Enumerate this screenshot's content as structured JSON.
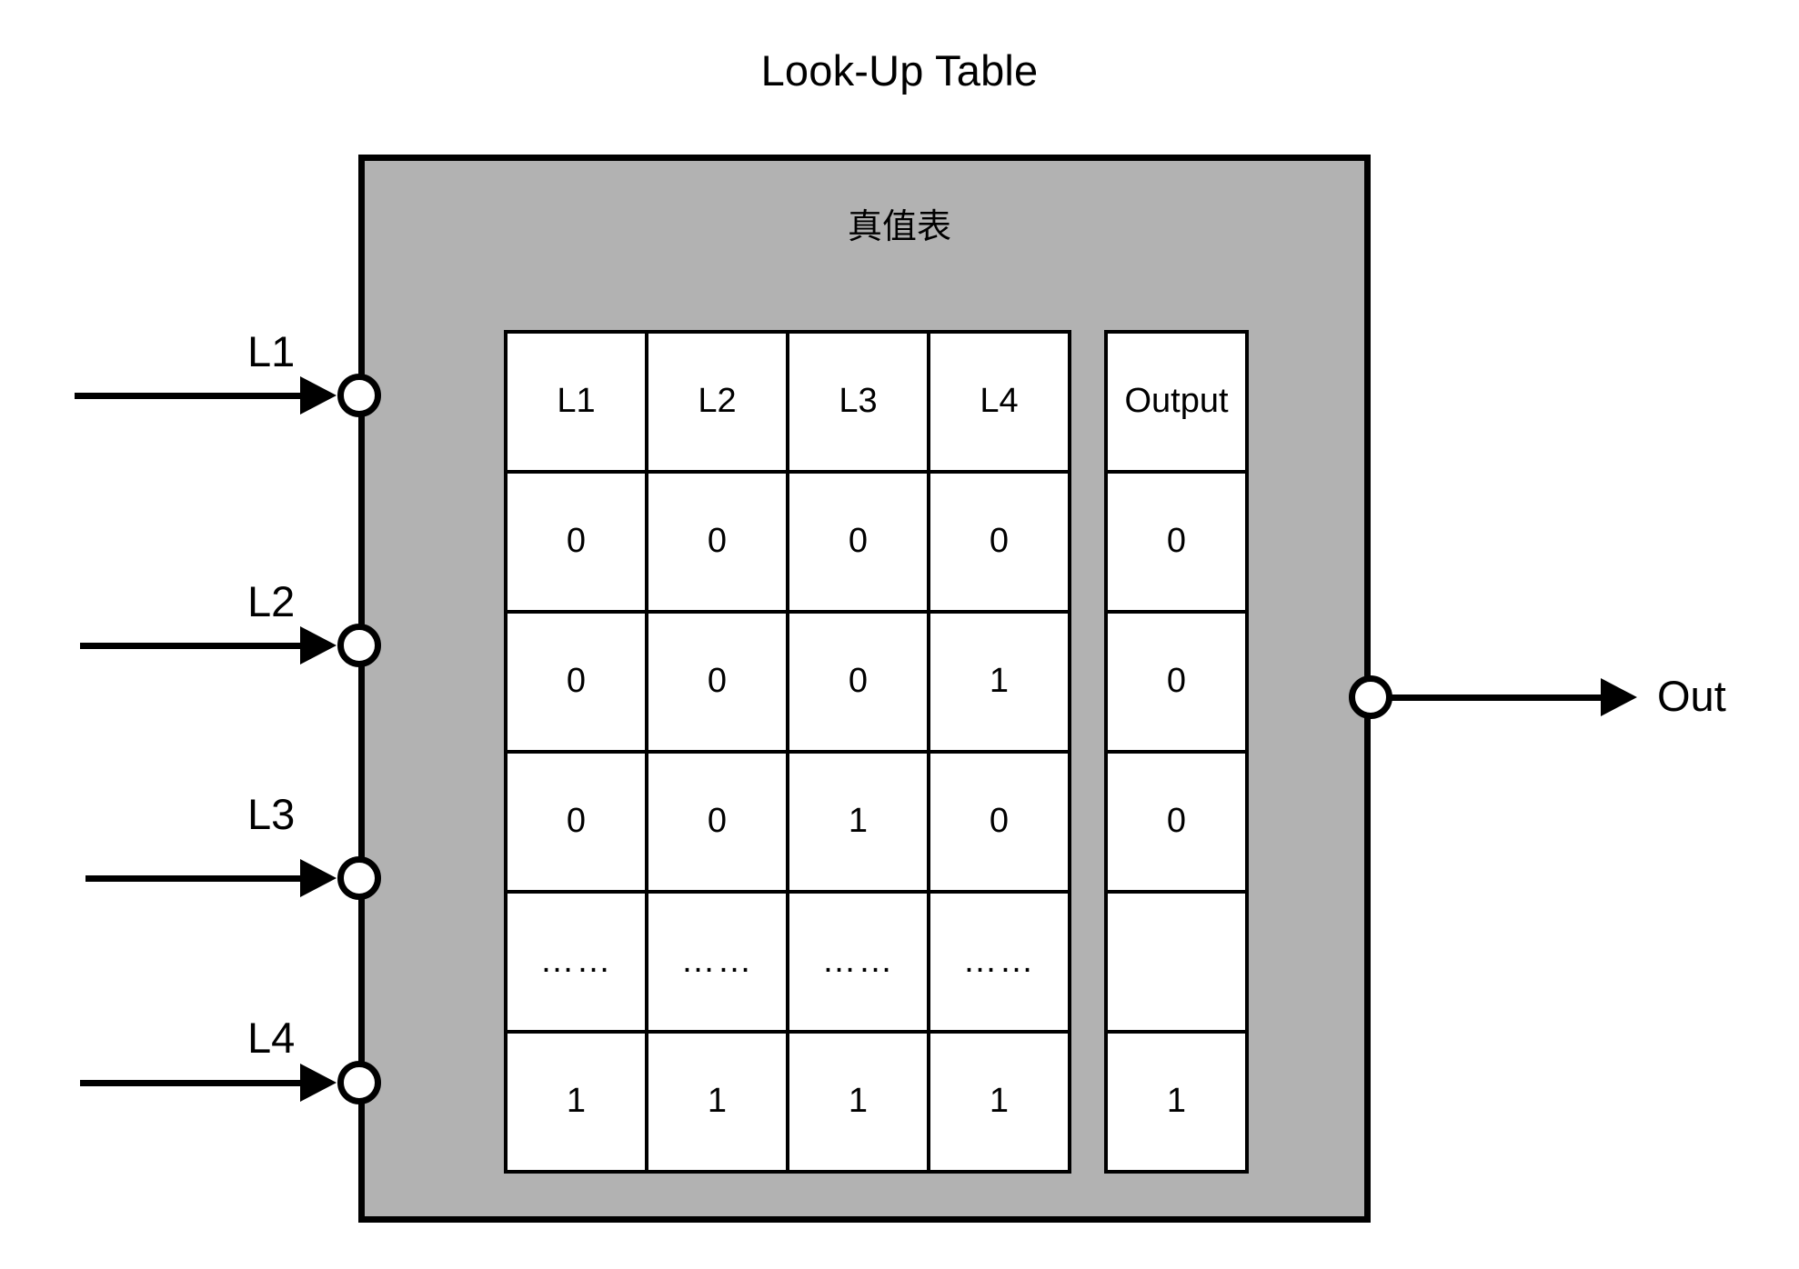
{
  "title": "Look-Up Table",
  "box": {
    "subtitle": "真值表",
    "fill_color": "#b2b2b2",
    "border_color": "#000000"
  },
  "inputs": [
    {
      "label": "L1"
    },
    {
      "label": "L2"
    },
    {
      "label": "L3"
    },
    {
      "label": "L4"
    }
  ],
  "output": {
    "label": "Out"
  },
  "chart_data": {
    "type": "table",
    "title": "Look-Up Table",
    "subtitle": "真值表",
    "input_headers": [
      "L1",
      "L2",
      "L3",
      "L4"
    ],
    "output_header": "Output",
    "rows": [
      {
        "inputs": [
          "0",
          "0",
          "0",
          "0"
        ],
        "output": "0"
      },
      {
        "inputs": [
          "0",
          "0",
          "0",
          "1"
        ],
        "output": "0"
      },
      {
        "inputs": [
          "0",
          "0",
          "1",
          "0"
        ],
        "output": "0"
      },
      {
        "inputs": [
          "……",
          "……",
          "……",
          "……"
        ],
        "output": ""
      },
      {
        "inputs": [
          "1",
          "1",
          "1",
          "1"
        ],
        "output": "1"
      }
    ]
  }
}
